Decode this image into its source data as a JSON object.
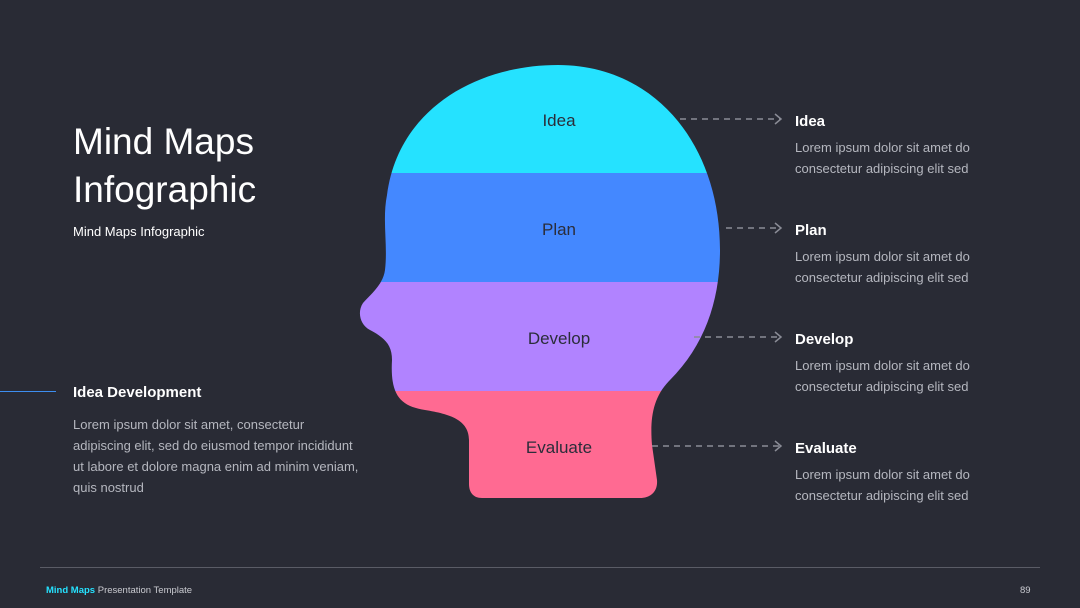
{
  "header": {
    "title_line1": "Mind Maps",
    "title_line2": "Infographic",
    "subtitle": "Mind Maps Infographic"
  },
  "idea_development": {
    "heading": "Idea Development",
    "body": "Lorem ipsum dolor sit amet, consectetur adipiscing elit, sed do eiusmod tempor incididunt ut labore et dolore magna enim ad minim veniam, quis nostrud"
  },
  "head_bands": [
    {
      "label": "Idea",
      "color": "#25e2ff"
    },
    {
      "label": "Plan",
      "color": "#4488ff"
    },
    {
      "label": "Develop",
      "color": "#b183ff"
    },
    {
      "label": "Evaluate",
      "color": "#ff6a92"
    }
  ],
  "steps": [
    {
      "title": "Idea",
      "line1": "Lorem ipsum dolor sit amet do",
      "line2": "consectetur adipiscing elit sed"
    },
    {
      "title": "Plan",
      "line1": "Lorem ipsum dolor sit amet do",
      "line2": "consectetur adipiscing elit sed"
    },
    {
      "title": "Develop",
      "line1": "Lorem ipsum dolor sit amet do",
      "line2": "consectetur adipiscing elit sed"
    },
    {
      "title": "Evaluate",
      "line1": "Lorem ipsum dolor sit amet do",
      "line2": "consectetur adipiscing elit sed"
    }
  ],
  "footer": {
    "brand": "Mind Maps",
    "rest": " Presentation Template",
    "page_number": "89"
  },
  "colors": {
    "background": "#292b35",
    "accent": "#25e2ff",
    "side_line": "#3d8ef0",
    "connector": "#8a8c96"
  }
}
